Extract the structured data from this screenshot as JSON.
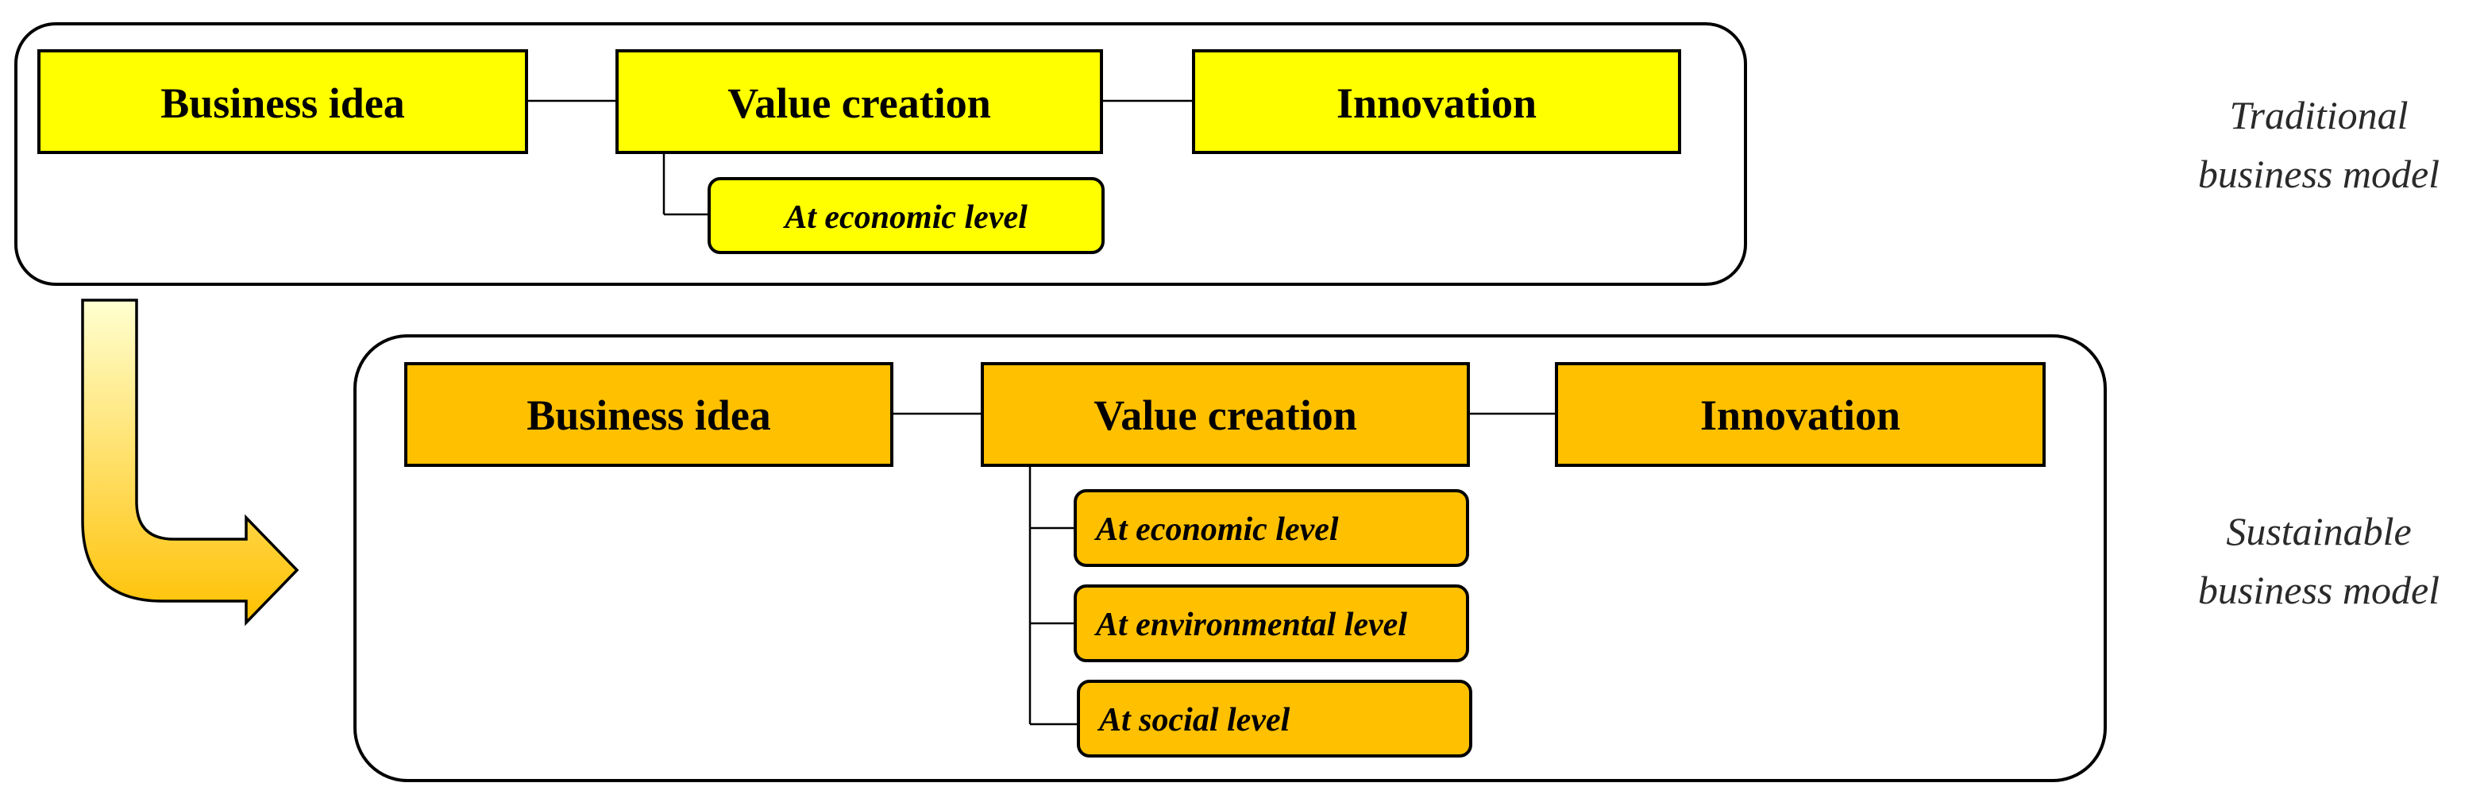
{
  "colors": {
    "traditional_fill": "#ffff00",
    "sustainable_fill": "#ffc000",
    "outline": "#000000",
    "arrow_top": "#ffffd0",
    "arrow_bottom": "#ffc000"
  },
  "traditional": {
    "business_idea": "Business idea",
    "value_creation": "Value creation",
    "innovation": "Innovation",
    "levels": [
      "At economic level"
    ],
    "label_line1": "Traditional",
    "label_line2": "business model"
  },
  "sustainable": {
    "business_idea": "Business idea",
    "value_creation": "Value creation",
    "innovation": "Innovation",
    "levels": [
      "At economic level",
      "At environmental level",
      "At social level"
    ],
    "label_line1": "Sustainable",
    "label_line2": "business model"
  },
  "transition_arrow": "arrow-icon"
}
